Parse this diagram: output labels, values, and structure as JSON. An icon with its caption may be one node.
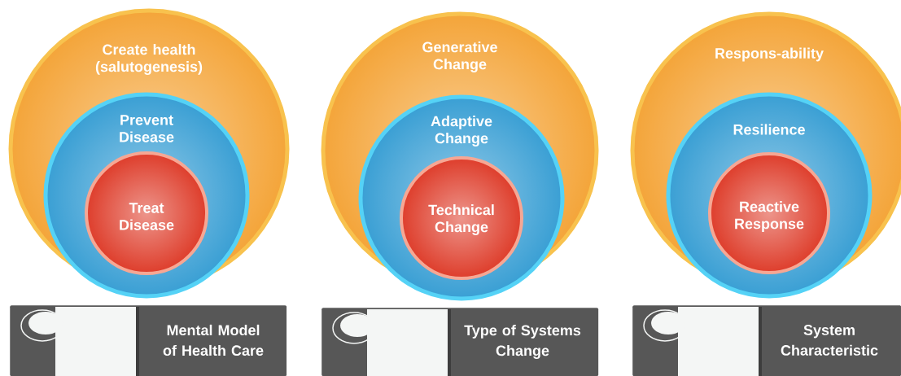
{
  "diagram": {
    "nodes": [
      {
        "text": [
          "Create health (salutogenesis)"
        ]
      },
      {
        "text": [
          "Prevent Disease"
        ],
        "in": 0
      },
      {
        "text": [
          "Treat Disease"
        ],
        "in": 1
      },
      {
        "text": [
          "Generative Change"
        ]
      },
      {
        "text": [
          "Adaptive Change"
        ],
        "in": 3
      },
      {
        "text": [
          "Technical Change"
        ],
        "in": 4
      },
      {
        "text": [
          "Respons-ability"
        ]
      },
      {
        "text": [
          "Resilience"
        ],
        "in": 6
      },
      {
        "text": [
          "Reactive Response"
        ],
        "in": 7
      },
      {
        "text": [
          "Mental Model of Health Care"
        ]
      },
      {
        "text": [
          "Type of Systems Change"
        ]
      },
      {
        "text": [
          "System Characteristic"
        ]
      }
    ]
  }
}
